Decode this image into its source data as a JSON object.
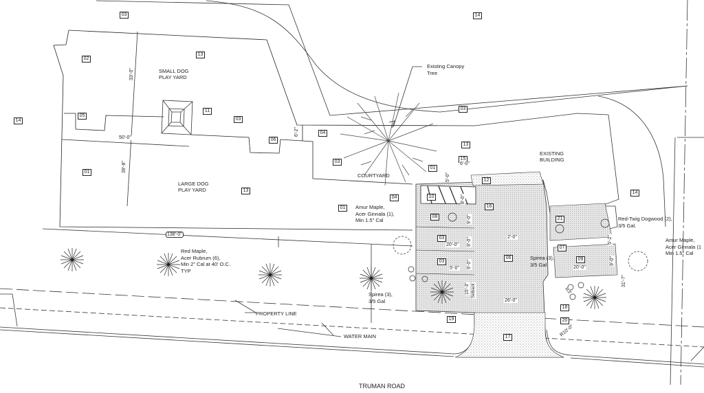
{
  "areas": {
    "small_dog": "SMALL DOG",
    "small_dog2": "PLAY YARD",
    "large_dog": "LARGE DOG",
    "large_dog2": "PLAY YARD",
    "courtyard": "COURTYARD",
    "building": "EXISTING",
    "building2": "BUILDING",
    "road": "TRUMAN ROAD",
    "property_line": "PROPERTY LINE",
    "water_main": "WATER MAIN"
  },
  "notes": {
    "canopy": [
      "Existing Canopy",
      "Tree"
    ],
    "amur_left": [
      "Amur Maple,",
      "Acer Ginnala (1),",
      "Min 1.5\" Cal"
    ],
    "red_maple": [
      "Red Maple,",
      "Acer Rubrum (6),",
      "Min 2\" Cal at 40' O.C.",
      "TYP"
    ],
    "spirea_left": [
      "Spirea (3),",
      "3/5 Gal"
    ],
    "spirea_right": [
      "Spirea (3),",
      "3/5 Gal"
    ],
    "dogwood": [
      "Red-Twig Dogwood (2),",
      "3/5 Gal."
    ],
    "amur_right": [
      "Amur Maple,",
      "Acer Ginnala (1",
      "Min 1.5\" Cal"
    ]
  },
  "tags": [
    "03",
    "02",
    "13",
    "14",
    "05",
    "11",
    "03",
    "06",
    "04",
    "03",
    "01",
    "13",
    "01",
    "04",
    "14",
    "03",
    "13",
    "15",
    "01",
    "12",
    "10",
    "16",
    "08",
    "03",
    "03",
    "06",
    "07",
    "09",
    "21",
    "14",
    "18",
    "20",
    "19",
    "17"
  ],
  "dims": [
    "33'-0\"",
    "39'-8\"",
    "50'-0\"",
    "6'-2\"",
    "138'-0\"",
    "6'-0\"",
    "5'-0\"",
    "8'-0\"",
    "9'-0\"",
    "20'-0\"",
    "9'-0\"",
    "9'-0\"",
    "5'-0\"",
    "2'-0\"",
    "20'-0\"",
    "5'-2\"",
    "9'-0\"",
    "31'-7\"",
    "15'-3\"",
    "Setback",
    "26'-0\"",
    "R3'",
    "R10'-0\""
  ]
}
